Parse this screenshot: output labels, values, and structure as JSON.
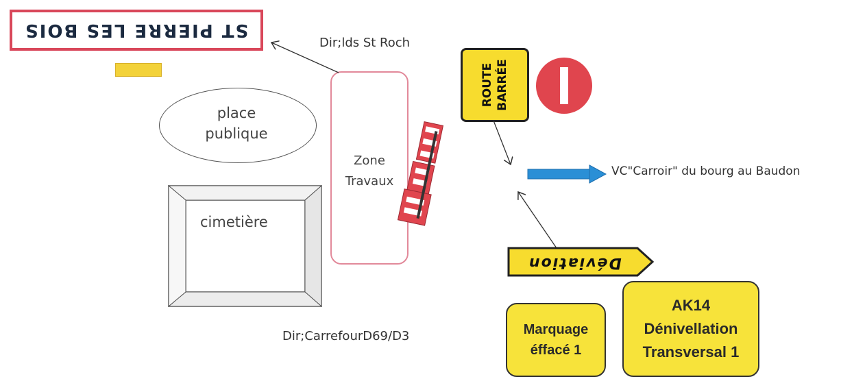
{
  "signs": {
    "town": "ST PIERRE LES BOIS",
    "route_barree_line1": "ROUTE",
    "route_barree_line2": "BARRÉE",
    "deviation": "Déviation"
  },
  "labels": {
    "place_publique": "place publique",
    "cimetiere": "cimetière",
    "zone_travaux": "Zone Travaux",
    "dir_roch": "Dir;lds St Roch",
    "dir_carrefour": "Dir;CarrefourD69/D3",
    "vc_carroir": "VC\"Carroir\" du bourg au Baudon"
  },
  "boxes": {
    "marquage": "Marquage éffacé 1",
    "ak14_line1": "AK14",
    "ak14_line2": "Dénivellation",
    "ak14_line3": "Transversal 1"
  },
  "colors": {
    "sign_yellow": "#f7dc2e",
    "no_entry_red": "#e0454e",
    "arrow_blue": "#2a8fd6",
    "town_border_red": "#d9475a",
    "zone_border_pink": "#e2899a"
  }
}
